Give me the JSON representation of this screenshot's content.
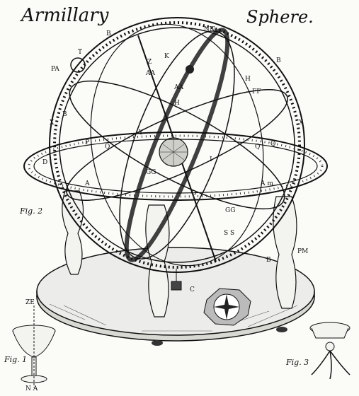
{
  "title_left": "Armillary",
  "title_right": "Sphere.",
  "figures": {
    "fig1": "Fig. 1",
    "fig2": "Fig. 2",
    "fig3": "Fig. 3"
  },
  "labels": {
    "nn": "NN",
    "b_top": "B",
    "b_right": "B",
    "b_lower": "B",
    "b_left": "B",
    "pa": "PA",
    "t": "T",
    "z": "Z",
    "k": "K",
    "aa1": "AA",
    "aa2": "AA",
    "h1": "H",
    "h2": "H",
    "ff": "FF",
    "q1": "Q",
    "q2": "Q",
    "q3": "Q",
    "p": "P",
    "x1": "X",
    "x2": "X",
    "d": "D",
    "gg1": "GG",
    "gg2": "GG",
    "o": "O",
    "a": "A",
    "am": "A m",
    "ss": "S S",
    "pm": "PM",
    "c": "C",
    "ze": "ZE",
    "na": "N A",
    "y": "Y",
    "i": "I"
  }
}
